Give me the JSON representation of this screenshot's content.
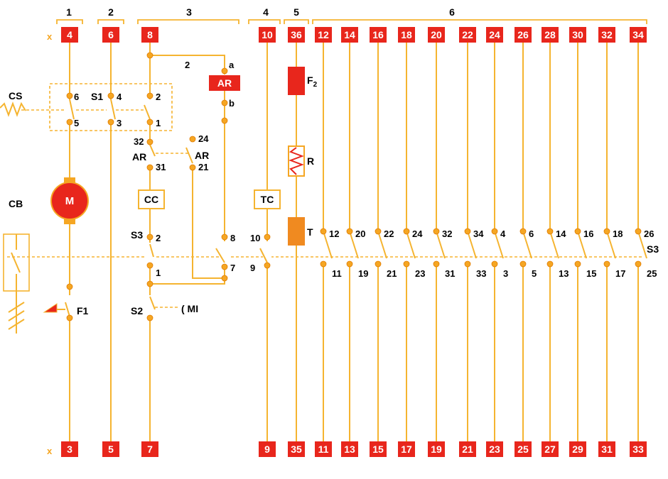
{
  "groups": [
    {
      "label": "1"
    },
    {
      "label": "2"
    },
    {
      "label": "3"
    },
    {
      "label": "4"
    },
    {
      "label": "5"
    },
    {
      "label": "6"
    }
  ],
  "top_terminals": [
    "4",
    "6",
    "8",
    "10",
    "36",
    "12",
    "14",
    "16",
    "18",
    "20",
    "22",
    "24",
    "26",
    "28",
    "30",
    "32",
    "34"
  ],
  "bottom_terminals": [
    "3",
    "5",
    "7",
    "9",
    "35",
    "11",
    "13",
    "15",
    "17",
    "19",
    "21",
    "23",
    "25",
    "27",
    "29",
    "31",
    "33"
  ],
  "unused_mark": "x",
  "components": {
    "cs": "CS",
    "cb": "CB",
    "motor": "M",
    "f1": "F1",
    "s1": "S1",
    "ar_coil": "AR",
    "ar_contact_left": "AR",
    "ar_contact_right": "AR",
    "cc": "CC",
    "s3_left": "S3",
    "s2": "S2",
    "mi": "( MI",
    "tc": "TC",
    "f2": "F",
    "f2_sub": "2",
    "r": "R",
    "t": "T",
    "s3_right": "S3"
  },
  "contact_labels": {
    "col1_top": "6",
    "col1_bot": "5",
    "col2_top": "4",
    "col2_bot": "3",
    "col3_top": "2",
    "col3_bot": "1",
    "wire_2": "2",
    "a": "a",
    "b": "b",
    "n24": "24",
    "n32": "32",
    "n31": "31",
    "n21": "21",
    "s3_2": "2",
    "s3_1": "1",
    "n8": "8",
    "n7": "7",
    "n10": "10",
    "n9": "9"
  },
  "bank_top_numbers": [
    "12",
    "20",
    "22",
    "24",
    "32",
    "34",
    "4",
    "6",
    "14",
    "16",
    "18",
    "26"
  ],
  "bank_bottom_numbers": [
    "11",
    "19",
    "21",
    "23",
    "31",
    "33",
    "3",
    "5",
    "13",
    "15",
    "17",
    "25"
  ],
  "colors": {
    "wire": "#f5b430",
    "terminal": "#e8261c",
    "motor": "#e8261c"
  }
}
